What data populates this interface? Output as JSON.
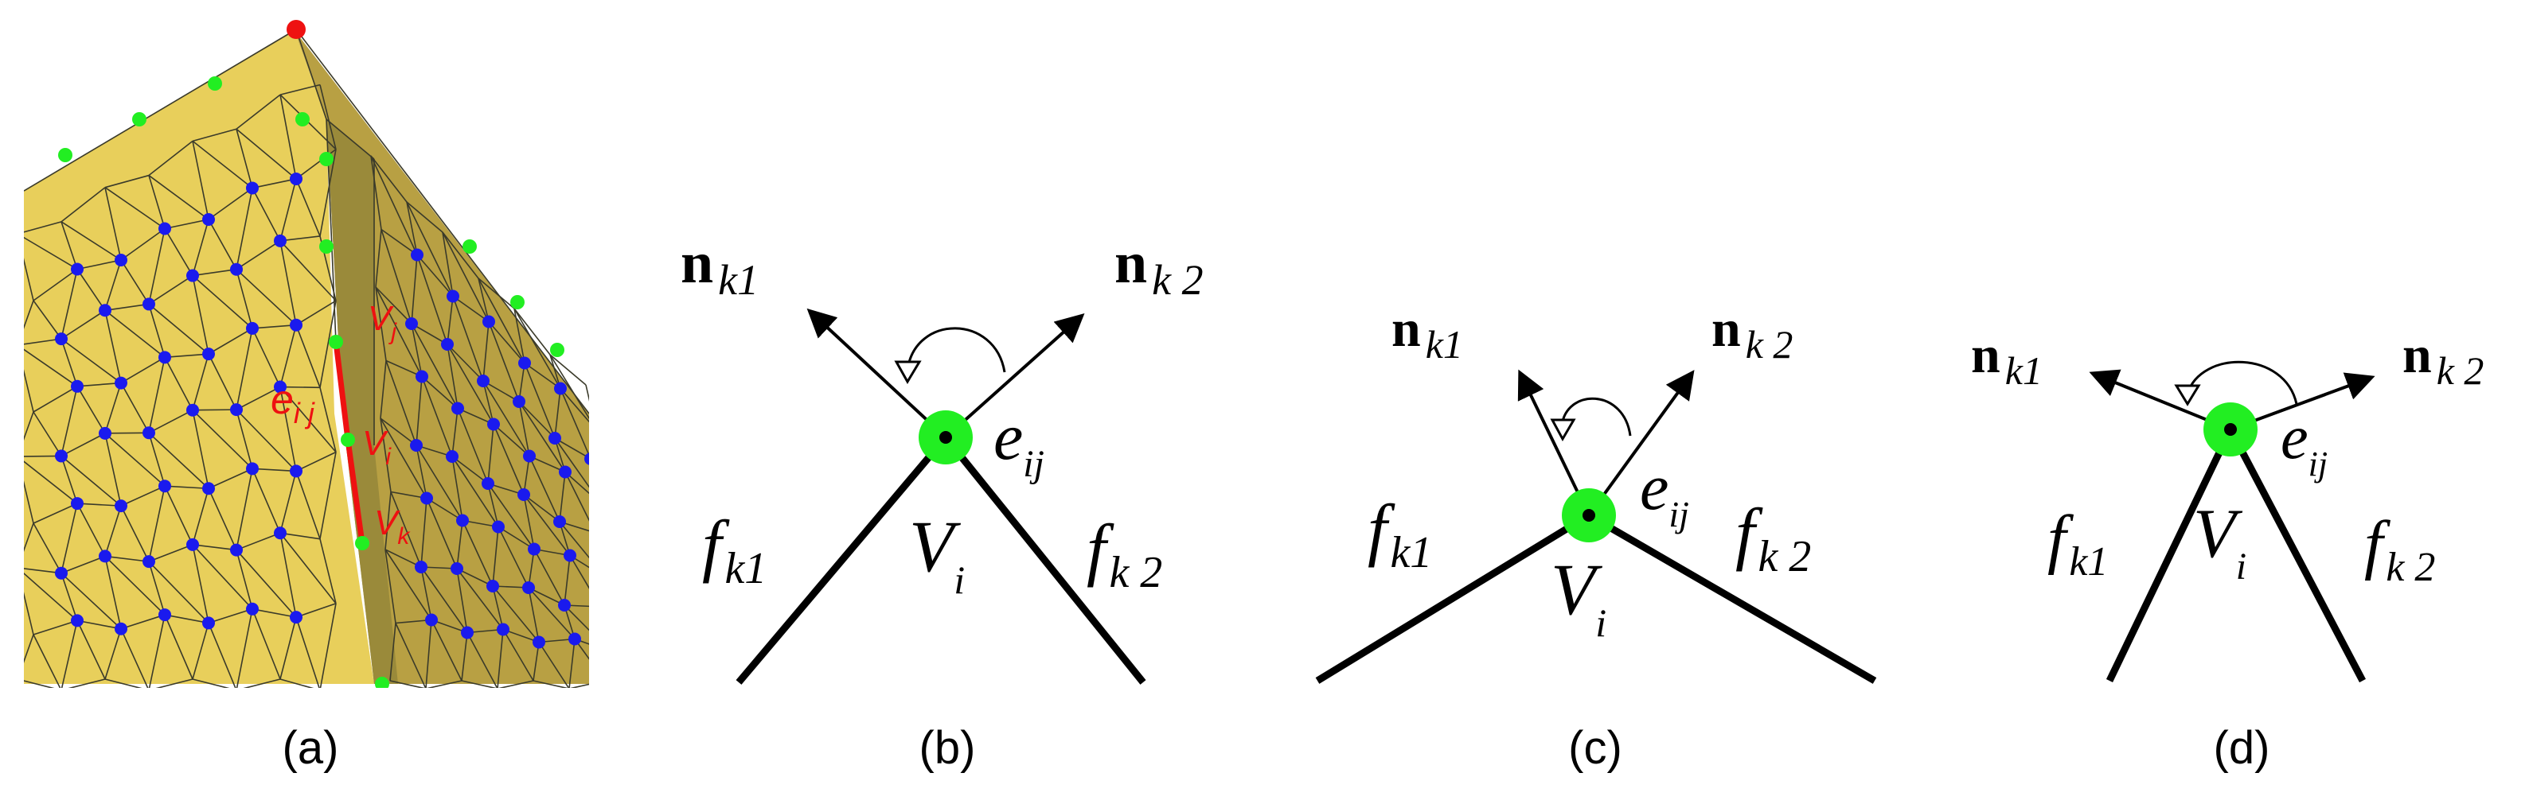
{
  "panels": {
    "a": {
      "caption": "(a)",
      "labels": {
        "vj": "V",
        "vj_sub": "j",
        "eij": "e",
        "eij_sub": "i j",
        "vi": "V",
        "vi_sub": "i",
        "vk": "V",
        "vk_sub": "k"
      },
      "colors": {
        "mesh": "#e8cf5b",
        "mesh_dark": "#b8a043",
        "mesh_shadow": "#9a8a3a",
        "edge": "#3a3a2a",
        "interior_vertex": "#1a1aee",
        "feature_vertex": "#22ee22",
        "apex_vertex": "#ee1111",
        "feature_edge": "#ee1111"
      }
    },
    "b": {
      "caption": "(b)",
      "n_k1": {
        "n": "n",
        "sub": "k1"
      },
      "n_k2": {
        "n": "n",
        "sub": "k 2"
      },
      "e": {
        "main": "e",
        "sub": "ij"
      },
      "f_k1": {
        "main": "f",
        "sub": "k1"
      },
      "f_k2": {
        "main": "f",
        "sub": "k 2"
      },
      "v": {
        "main": "V",
        "sub": "i"
      }
    },
    "c": {
      "caption": "(c)",
      "n_k1": {
        "n": "n",
        "sub": "k1"
      },
      "n_k2": {
        "n": "n",
        "sub": "k 2"
      },
      "e": {
        "main": "e",
        "sub": "ij"
      },
      "f_k1": {
        "main": "f",
        "sub": "k1"
      },
      "f_k2": {
        "main": "f",
        "sub": "k 2"
      },
      "v": {
        "main": "V",
        "sub": "i"
      }
    },
    "d": {
      "caption": "(d)",
      "n_k1": {
        "n": "n",
        "sub": "k1"
      },
      "n_k2": {
        "n": "n",
        "sub": "k 2"
      },
      "e": {
        "main": "e",
        "sub": "ij"
      },
      "f_k1": {
        "main": "f",
        "sub": "k1"
      },
      "f_k2": {
        "main": "f",
        "sub": "k 2"
      },
      "v": {
        "main": "V",
        "sub": "i"
      }
    }
  },
  "colors": {
    "vertex_marker": "#22ee22",
    "ink": "#000000"
  }
}
